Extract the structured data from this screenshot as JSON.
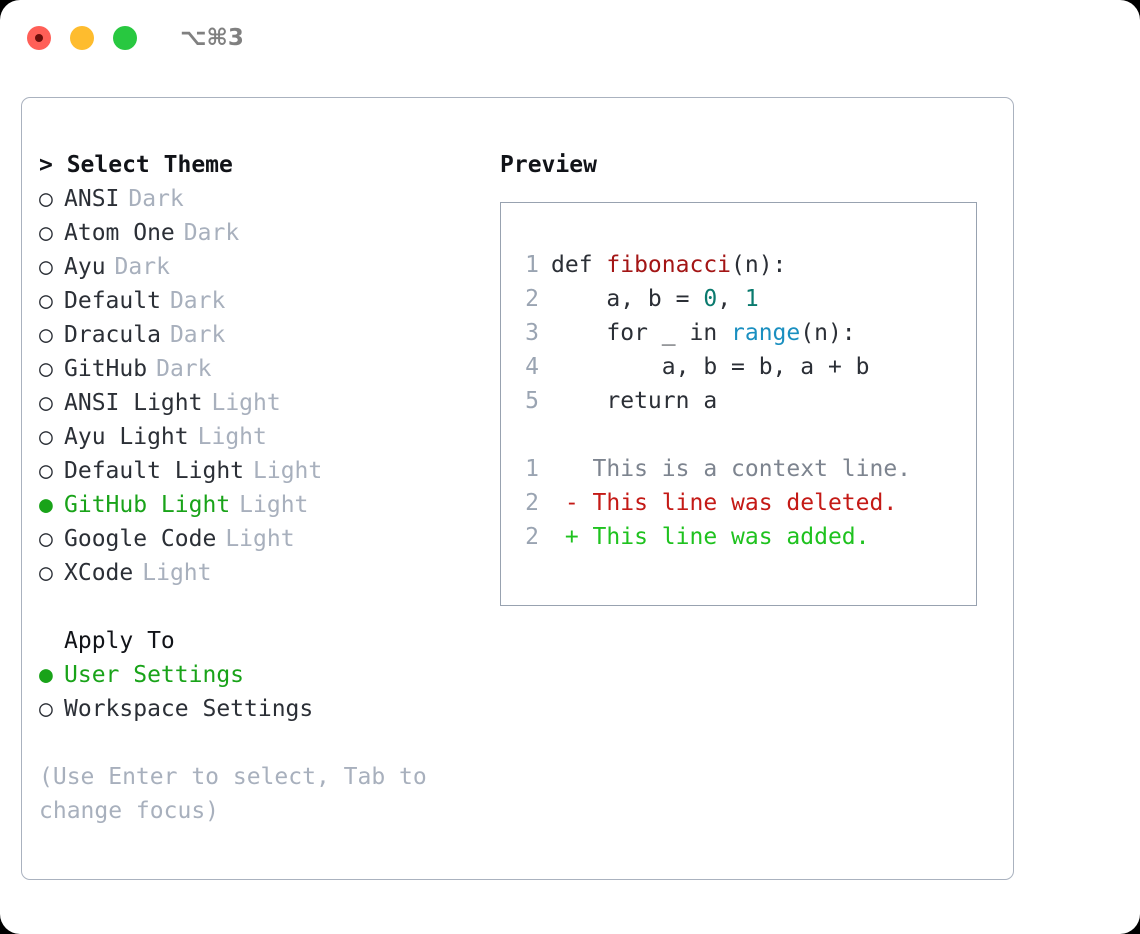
{
  "window": {
    "title_shortcut": "⌥⌘3",
    "traffic_lights": [
      {
        "name": "close-button",
        "color": "#ff5f57",
        "recording_dot": true
      },
      {
        "name": "minimize-button",
        "color": "#febc2e",
        "recording_dot": false
      },
      {
        "name": "maximize-button",
        "color": "#28c840",
        "recording_dot": false
      }
    ]
  },
  "theme_picker": {
    "heading": "> Select Theme",
    "heading_caret": ">",
    "heading_label": "Select Theme",
    "marker_unselected": "○",
    "marker_selected": "●",
    "selected_color": "#19a319",
    "items": [
      {
        "marker": "○",
        "name": "ANSI",
        "category": "Dark",
        "selected": false
      },
      {
        "marker": "○",
        "name": "Atom One",
        "category": "Dark",
        "selected": false
      },
      {
        "marker": "○",
        "name": "Ayu",
        "category": "Dark",
        "selected": false
      },
      {
        "marker": "○",
        "name": "Default",
        "category": "Dark",
        "selected": false
      },
      {
        "marker": "○",
        "name": "Dracula",
        "category": "Dark",
        "selected": false
      },
      {
        "marker": "○",
        "name": "GitHub",
        "category": "Dark",
        "selected": false
      },
      {
        "marker": "○",
        "name": "ANSI Light",
        "category": "Light",
        "selected": false
      },
      {
        "marker": "○",
        "name": "Ayu Light",
        "category": "Light",
        "selected": false
      },
      {
        "marker": "○",
        "name": "Default Light",
        "category": "Light",
        "selected": false
      },
      {
        "marker": "●",
        "name": "GitHub Light",
        "category": "Light",
        "selected": true
      },
      {
        "marker": "○",
        "name": "Google Code",
        "category": "Light",
        "selected": false
      },
      {
        "marker": "○",
        "name": "XCode",
        "category": "Light",
        "selected": false
      }
    ]
  },
  "apply_to": {
    "heading": "Apply To",
    "items": [
      {
        "marker": "●",
        "name": "User Settings",
        "selected": true
      },
      {
        "marker": "○",
        "name": "Workspace Settings",
        "selected": false
      }
    ]
  },
  "hint": {
    "text": "(Use Enter to select, Tab to change focus)"
  },
  "preview": {
    "heading": "Preview",
    "code": {
      "lines": [
        {
          "number": "1",
          "tokens": [
            {
              "text": "def ",
              "kind": "kw"
            },
            {
              "text": "fibonacci",
              "kind": "fn"
            },
            {
              "text": "(n):",
              "kind": "punc"
            }
          ]
        },
        {
          "number": "2",
          "tokens": [
            {
              "text": "    a, b = ",
              "kind": "var"
            },
            {
              "text": "0",
              "kind": "num"
            },
            {
              "text": ", ",
              "kind": "punc"
            },
            {
              "text": "1",
              "kind": "num"
            }
          ]
        },
        {
          "number": "3",
          "tokens": [
            {
              "text": "    for _ in ",
              "kind": "kw"
            },
            {
              "text": "range",
              "kind": "bi"
            },
            {
              "text": "(n):",
              "kind": "punc"
            }
          ]
        },
        {
          "number": "4",
          "tokens": [
            {
              "text": "        a, b = b, a + b",
              "kind": "var"
            }
          ]
        },
        {
          "number": "5",
          "tokens": [
            {
              "text": "    return ",
              "kind": "kw"
            },
            {
              "text": "a",
              "kind": "var"
            }
          ]
        }
      ]
    },
    "diff": {
      "lines": [
        {
          "number": "1",
          "sign": " ",
          "text": "This is a context line.",
          "kind": "ctx"
        },
        {
          "number": "2",
          "sign": "-",
          "text": "This line was deleted.",
          "kind": "del"
        },
        {
          "number": "2",
          "sign": "+",
          "text": "This line was added.",
          "kind": "add"
        }
      ]
    }
  },
  "colors": {
    "dialog_border": "#aab2bf",
    "code_box_border": "#98a2b0",
    "muted_text": "#a8b0bd",
    "line_number": "#9aa4b2",
    "accent_green": "#19a319",
    "diff_add": "#1fc21f",
    "diff_del": "#c41a16",
    "fn_red": "#a31515",
    "num_teal": "#0a7a6e",
    "builtin_blue": "#1a8fc0"
  }
}
